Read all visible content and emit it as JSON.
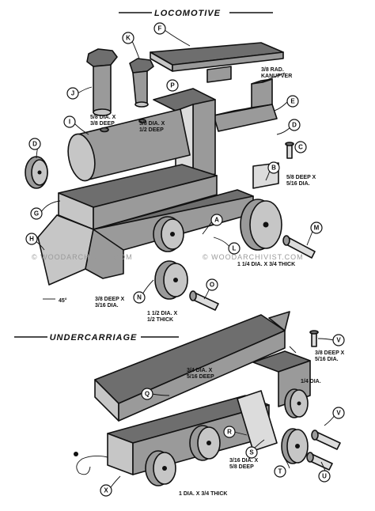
{
  "headings": {
    "top": "LOCOMOTIVE",
    "bottom": "UNDERCARRIAGE"
  },
  "watermark": "© WOODARCHIVIST.COM",
  "labels": {
    "A": "A",
    "B": "B",
    "C": "C",
    "D": "D",
    "E": "E",
    "F": "F",
    "G": "G",
    "H": "H",
    "I": "I",
    "J": "J",
    "K": "K",
    "L": "L",
    "M": "M",
    "N": "N",
    "O": "O",
    "P": "P",
    "Q": "Q",
    "R": "R",
    "S": "S",
    "T": "T",
    "U": "U",
    "V": "V",
    "X": "X"
  },
  "notes": {
    "rad_1": "3/8 RAD.",
    "rad_2": "KANUPVER",
    "stack_hole_1": "5/8 DIA. X",
    "stack_hole_2": "3/8 DEEP",
    "dome_hole_1": "3/8 DIA. X",
    "dome_hole_2": "1/2 DEEP",
    "axle_hole_1": "5/8 DEEP X",
    "axle_hole_2": "5/16 DIA.",
    "wheel_1": "1 1/4 DIA. X 3/4 THICK",
    "front_hole_1": "3/8 DEEP X",
    "front_hole_2": "3/16 DIA.",
    "angle": "45°",
    "wheel_2_1": "1 1/2 DIA. X",
    "wheel_2_2": "1/2 THICK",
    "uc_top_1": "3/4 DIA. X",
    "uc_top_2": "5/16 DEEP",
    "uc_right_1": "3/8 DEEP X",
    "uc_right_2": "5/16 DIA.",
    "uc_dia": "1/4 DIA.",
    "uc_s_1": "3/16 DIA. X",
    "uc_s_2": "5/8 DEEP",
    "uc_wheel": "1 DIA. X 3/4 THICK"
  }
}
